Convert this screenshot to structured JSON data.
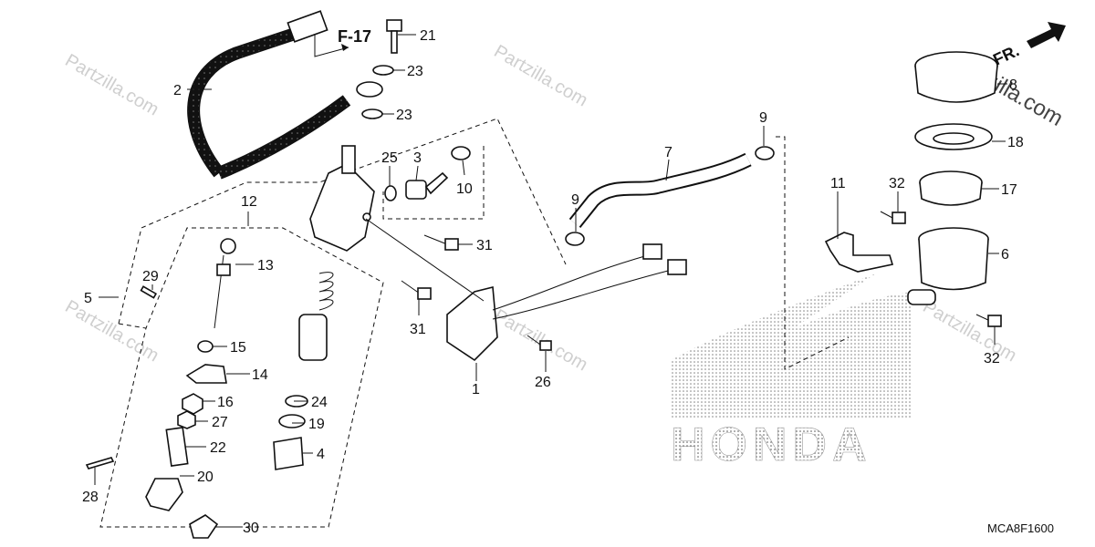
{
  "diagram": {
    "reference_text": "F-17",
    "direction_label": "FR.",
    "brand_text": "HONDA",
    "diagram_code": "MCA8F1600",
    "watermark_text": "Partzilla.com",
    "callouts": [
      {
        "id": "c-2",
        "label": "2"
      },
      {
        "id": "c-21",
        "label": "21"
      },
      {
        "id": "c-23a",
        "label": "23"
      },
      {
        "id": "c-23b",
        "label": "23"
      },
      {
        "id": "c-12",
        "label": "12"
      },
      {
        "id": "c-13",
        "label": "13"
      },
      {
        "id": "c-29",
        "label": "29"
      },
      {
        "id": "c-5",
        "label": "5"
      },
      {
        "id": "c-15",
        "label": "15"
      },
      {
        "id": "c-14",
        "label": "14"
      },
      {
        "id": "c-16",
        "label": "16"
      },
      {
        "id": "c-27",
        "label": "27"
      },
      {
        "id": "c-22",
        "label": "22"
      },
      {
        "id": "c-20",
        "label": "20"
      },
      {
        "id": "c-28",
        "label": "28"
      },
      {
        "id": "c-30",
        "label": "30"
      },
      {
        "id": "c-24",
        "label": "24"
      },
      {
        "id": "c-19",
        "label": "19"
      },
      {
        "id": "c-4",
        "label": "4"
      },
      {
        "id": "c-25",
        "label": "25"
      },
      {
        "id": "c-3",
        "label": "3"
      },
      {
        "id": "c-10",
        "label": "10"
      },
      {
        "id": "c-31a",
        "label": "31"
      },
      {
        "id": "c-31b",
        "label": "31"
      },
      {
        "id": "c-1",
        "label": "1"
      },
      {
        "id": "c-26",
        "label": "26"
      },
      {
        "id": "c-9a",
        "label": "9"
      },
      {
        "id": "c-9b",
        "label": "9"
      },
      {
        "id": "c-7",
        "label": "7"
      },
      {
        "id": "c-8",
        "label": "8"
      },
      {
        "id": "c-18",
        "label": "18"
      },
      {
        "id": "c-17",
        "label": "17"
      },
      {
        "id": "c-11",
        "label": "11"
      },
      {
        "id": "c-32a",
        "label": "32"
      },
      {
        "id": "c-32b",
        "label": "32"
      },
      {
        "id": "c-6",
        "label": "6"
      }
    ]
  }
}
